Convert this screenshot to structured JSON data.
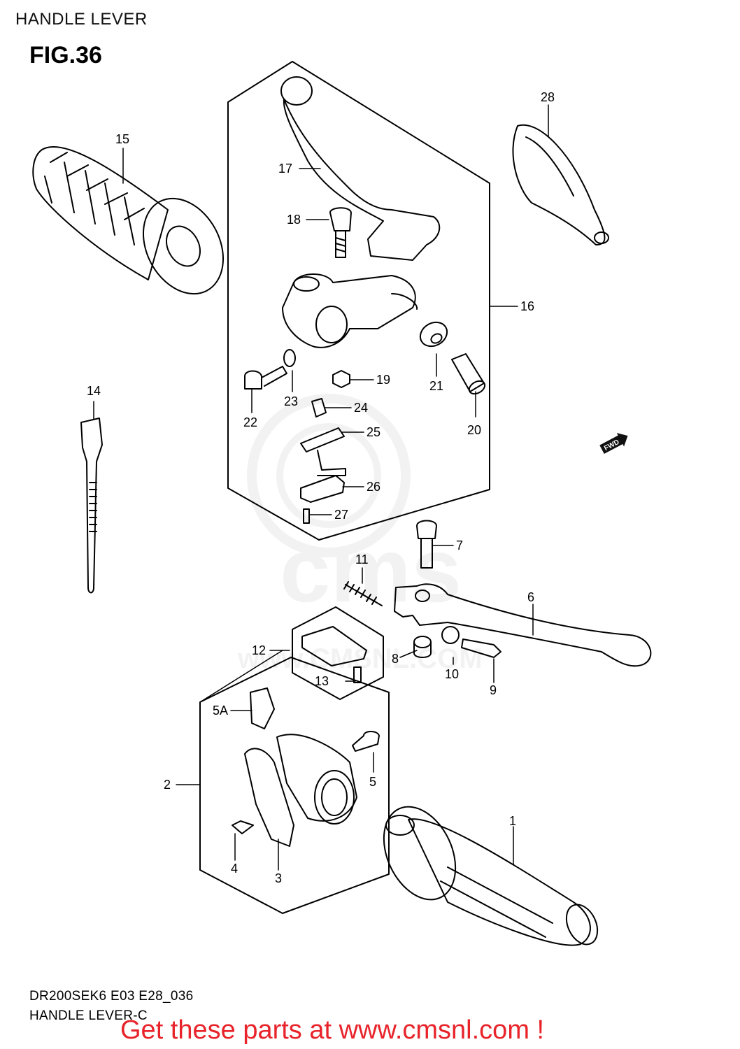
{
  "header": {
    "title": "HANDLE LEVER"
  },
  "figure": {
    "label": "FIG.36"
  },
  "footer": {
    "model_code": "DR200SEK6 E03 E28_036",
    "diagram_name": "HANDLE LEVER-C",
    "promo": "Get these parts at www.cmsnl.com !"
  },
  "badges": {
    "fwd": "FWD"
  },
  "watermark": {
    "brand": "cms",
    "site": "www.CMSNL.COM"
  },
  "callouts": {
    "c1": "1",
    "c2": "2",
    "c3": "3",
    "c4": "4",
    "c5": "5",
    "c5a": "5A",
    "c6": "6",
    "c7": "7",
    "c8": "8",
    "c9": "9",
    "c10": "10",
    "c11": "11",
    "c12": "12",
    "c13": "13",
    "c14": "14",
    "c15": "15",
    "c16": "16",
    "c17": "17",
    "c18": "18",
    "c19": "19",
    "c20": "20",
    "c21": "21",
    "c22": "22",
    "c23": "23",
    "c24": "24",
    "c25": "25",
    "c26": "26",
    "c27": "27",
    "c28": "28"
  },
  "colors": {
    "promo": "#e8232a",
    "line": "#000000",
    "watermark": "#9a9a9a"
  }
}
